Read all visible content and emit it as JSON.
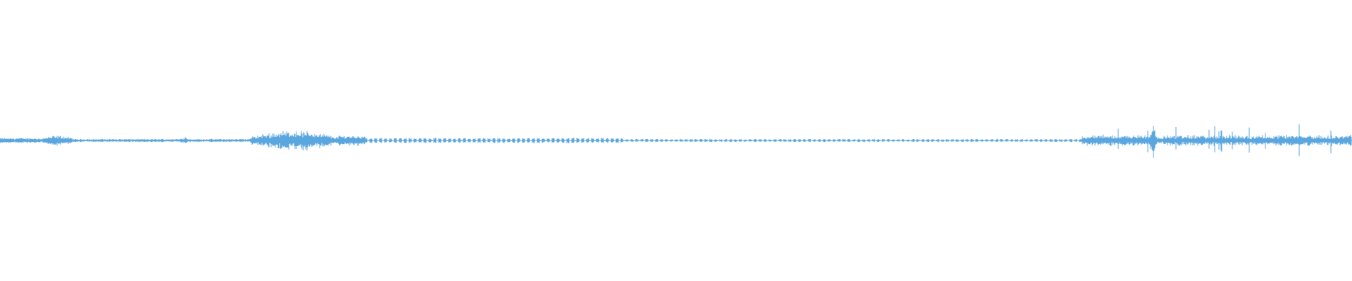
{
  "waveform": {
    "color": "#5aa6df",
    "background": "#ffffff",
    "segments": [
      {
        "from": 0.0,
        "to": 0.03,
        "amp": 0.02,
        "style": "noise"
      },
      {
        "from": 0.03,
        "to": 0.055,
        "amp": 0.04,
        "style": "burst"
      },
      {
        "from": 0.055,
        "to": 0.133,
        "amp": 0.012,
        "style": "noise"
      },
      {
        "from": 0.133,
        "to": 0.14,
        "amp": 0.03,
        "style": "burst"
      },
      {
        "from": 0.14,
        "to": 0.185,
        "amp": 0.012,
        "style": "noise"
      },
      {
        "from": 0.185,
        "to": 0.25,
        "amp": 0.08,
        "style": "burst"
      },
      {
        "from": 0.25,
        "to": 0.27,
        "amp": 0.04,
        "style": "noise"
      },
      {
        "from": 0.27,
        "to": 0.46,
        "amp": 0.02,
        "style": "pulse"
      },
      {
        "from": 0.46,
        "to": 0.8,
        "amp": 0.012,
        "style": "pulse"
      },
      {
        "from": 0.8,
        "to": 0.85,
        "amp": 0.06,
        "style": "spiky"
      },
      {
        "from": 0.85,
        "to": 0.86,
        "amp": 0.15,
        "style": "spike"
      },
      {
        "from": 0.86,
        "to": 1.0,
        "amp": 0.06,
        "style": "spiky"
      }
    ]
  }
}
